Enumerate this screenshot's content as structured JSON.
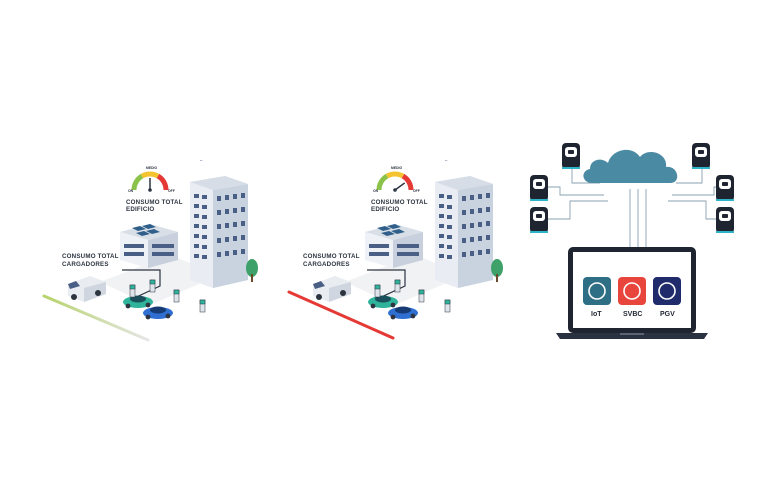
{
  "scenes": [
    {
      "building_label": [
        "CONSUMO TOTAL",
        "EDIFICIO"
      ],
      "chargers_label": [
        "CONSUMO TOTAL",
        "CARGADORES"
      ],
      "gauge": {
        "min": "ON",
        "max": "OFF",
        "top": "MEDIO",
        "level": 0.5
      },
      "line_color": "#c8d88a"
    },
    {
      "building_label": [
        "CONSUMO TOTAL",
        "EDIFICIO"
      ],
      "chargers_label": [
        "CONSUMO TOTAL",
        "CARGADORES"
      ],
      "gauge": {
        "min": "ON",
        "max": "OFF",
        "top": "MEDIO",
        "level": 0.8
      },
      "line_color": "#e53935"
    }
  ],
  "network": {
    "cloud_color": "#4b8aa3",
    "apps": [
      {
        "label": "IoT",
        "color": "#2f6f86"
      },
      {
        "label": "SVBC",
        "color": "#e8453c"
      },
      {
        "label": "PGV",
        "color": "#1f2b6b"
      }
    ]
  }
}
